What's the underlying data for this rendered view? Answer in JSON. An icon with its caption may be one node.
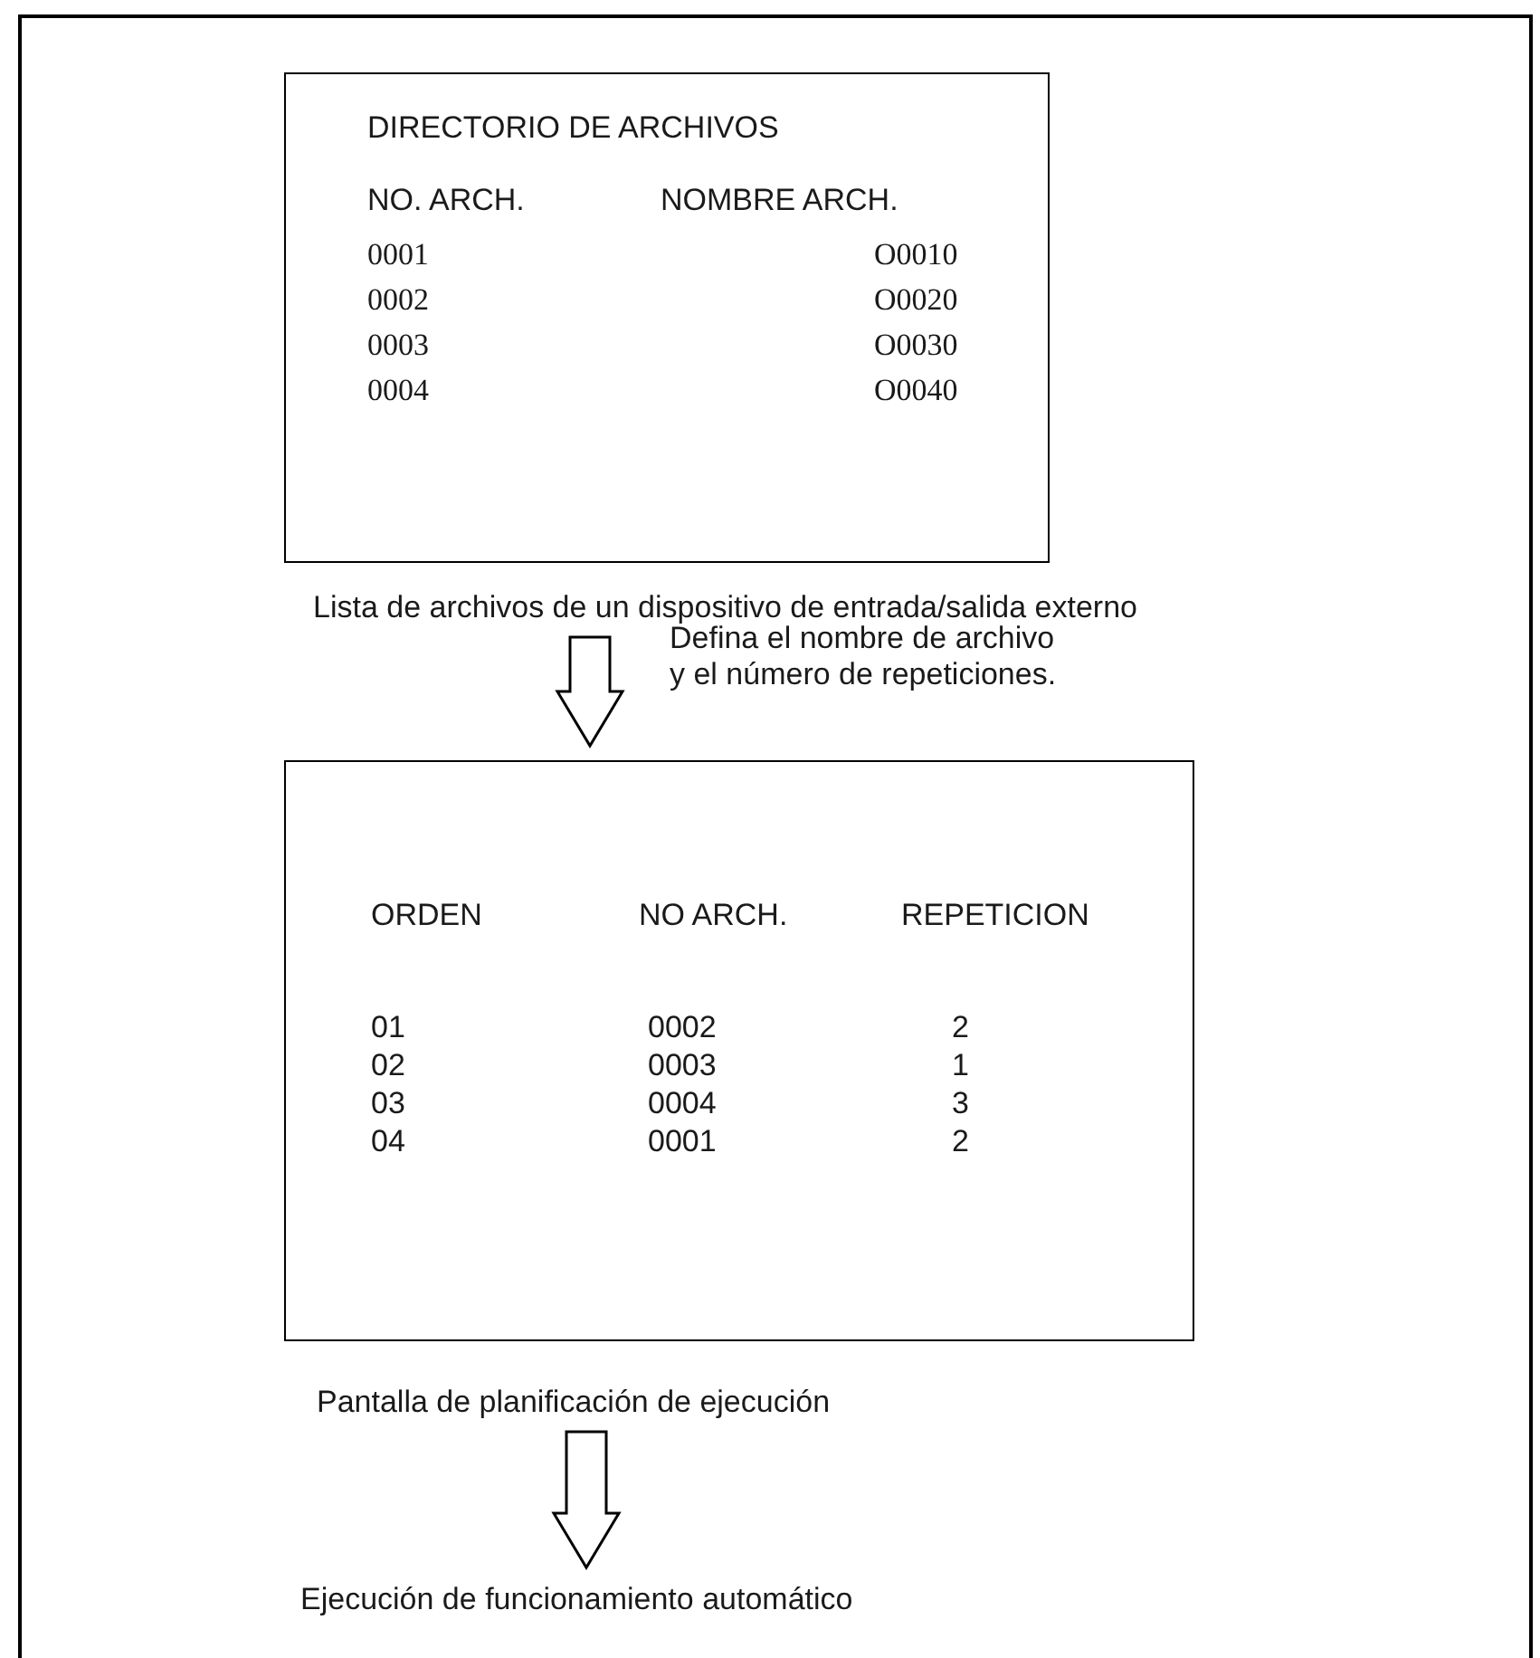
{
  "diagram": {
    "nodes": [
      {
        "text": [
          "DIRECTORIO DE ARCHIVOS",
          "NO. ARCH.",
          "NOMBRE ARCH.",
          "0001",
          "O0010",
          "0002",
          "O0020",
          "0003",
          "O0030",
          "0004",
          "O0040"
        ],
        "beside": [
          "Lista de archivos de un dispositivo de entrada/salida externo"
        ]
      },
      {
        "text": [
          "ORDEN",
          "NO ARCH.",
          "REPETICION",
          "01",
          "0002",
          "2",
          "02",
          "0003",
          "1",
          "03",
          "0004",
          "3",
          "04",
          "0001",
          "2"
        ],
        "beside": [
          "Pantalla de planificación de ejecución"
        ]
      },
      {
        "text": [
          "Ejecución de funcionamiento automático"
        ]
      }
    ],
    "edges": [
      {
        "from": 0,
        "to": 1,
        "arrow": "to",
        "label": "Defina el nombre de archivo y el número de repeticiones."
      },
      {
        "from": 1,
        "to": 2,
        "arrow": "to"
      }
    ]
  }
}
